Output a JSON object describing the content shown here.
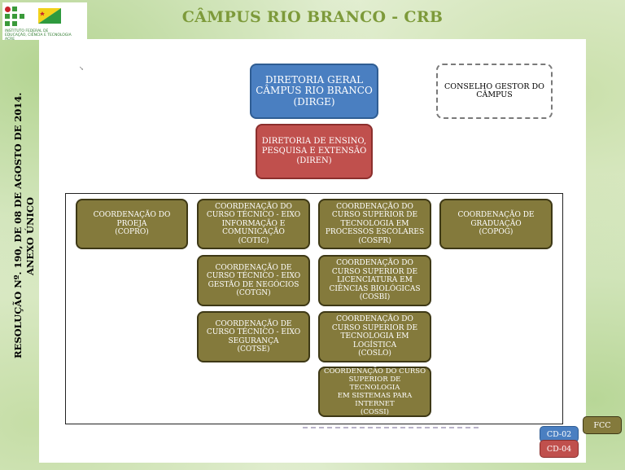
{
  "header": {
    "title": "CÂMPUS RIO BRANCO - CRB",
    "logo_text_1": "INSTITUTO FEDERAL DE",
    "logo_text_2": "EDUCAÇÃO, CIÊNCIA E TECNOLOGIA",
    "logo_text_3": "ACRE"
  },
  "side_text": {
    "line1": "RESOLUÇÃO Nº. 190, DE 08 DE AGOSTO DE 2014.",
    "line2": "ANEXO ÚNICO"
  },
  "colors": {
    "blue": "#4a7fc1",
    "red": "#c0504d",
    "olive": "#847a3c",
    "title_green": "#7d9a3a"
  },
  "boxes": {
    "dirge": [
      "DIRETORIA GERAL",
      "CÂMPUS RIO BRANCO",
      "(DIRGE)"
    ],
    "diren": [
      "DIRETORIA DE ENSINO,",
      "PESQUISA E EXTENSÃO",
      "(DIREN)"
    ],
    "conselho": [
      "CONSELHO GESTOR DO",
      "CÂMPUS"
    ]
  },
  "coordinations": [
    {
      "lines": [
        "COORDENAÇÃO DO",
        "PROEJA",
        "(COPRO)"
      ]
    },
    {
      "lines": [
        "COORDENAÇÃO DO",
        "CURSO TÉCNICO - EIXO",
        "INFORMAÇÃO E",
        "COMUNICAÇÃO",
        "(COTIC)"
      ]
    },
    {
      "lines": [
        "COORDENAÇÃO DO",
        "CURSO SUPERIOR DE",
        "TECNOLOGIA EM",
        "PROCESSOS ESCOLARES",
        "(COSPR)"
      ]
    },
    {
      "lines": [
        "COORDENAÇÃO DE",
        "GRADUAÇÃO",
        "(COPOG)"
      ]
    },
    {
      "lines": [
        "COORDENAÇÃO DE",
        "CURSO TÉCNICO - EIXO",
        "GESTÃO DE NEGÓCIOS",
        "(COTGN)"
      ]
    },
    {
      "lines": [
        "COORDENAÇÃO DO",
        "CURSO SUPERIOR DE",
        "LICENCIATURA EM",
        "CIÊNCIAS BIOLÓGICAS",
        "(COSBI)"
      ]
    },
    {
      "lines": [
        "COORDENAÇÃO DE",
        "CURSO TÉCNICO - EIXO",
        "SEGURANÇA",
        "(COTSE)"
      ]
    },
    {
      "lines": [
        "COORDENAÇÃO DO",
        "CURSO SUPERIOR DE",
        "TECNOLOGIA EM",
        "LOGÍSTICA",
        "(COSLO)"
      ]
    },
    {
      "lines": [
        "COORDENAÇÃO DO CURSO",
        "SUPERIOR DE TECNOLOGIA",
        "EM SISTEMAS PARA",
        "INTERNET",
        "(COSSI)"
      ]
    }
  ],
  "legend": {
    "cd02": "CD-02",
    "cd04": "CD-04",
    "fcc": "FCC"
  }
}
